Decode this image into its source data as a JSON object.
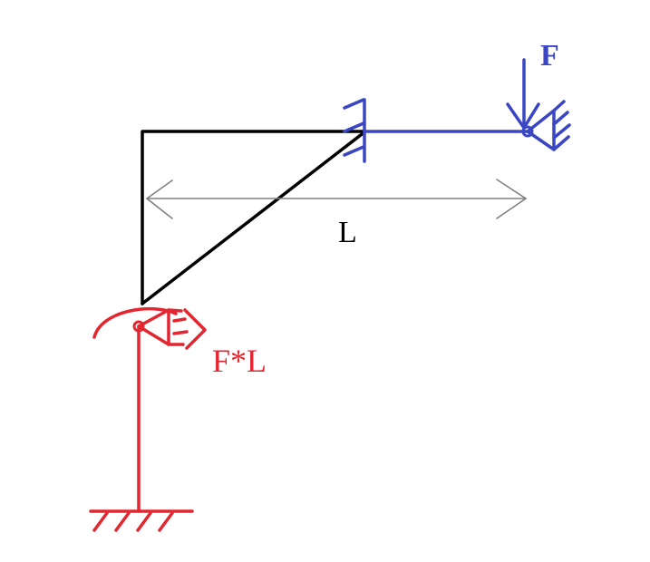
{
  "labels": {
    "force": "F",
    "length": "L",
    "moment": "F*L"
  },
  "colors": {
    "background": "#ffffff",
    "frame": "#000000",
    "blue_member": "#3a46c4",
    "red_member": "#e32630",
    "dimension": "#808080"
  }
}
